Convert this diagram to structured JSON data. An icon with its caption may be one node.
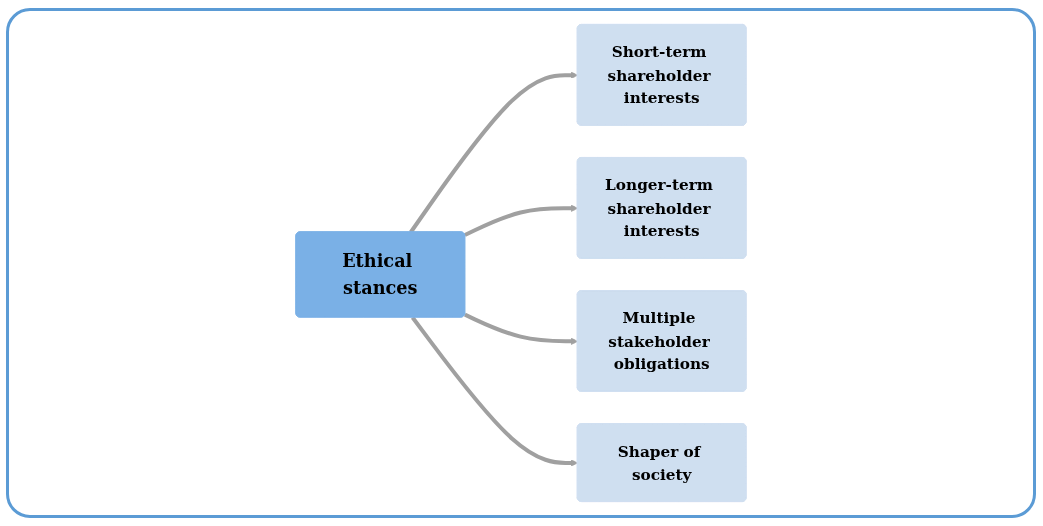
{
  "diagram": {
    "nodes": [
      {
        "text": [
          "Short-term shareholder interests"
        ]
      },
      {
        "text": [
          "Longer-term shareholder interests"
        ]
      },
      {
        "text": [
          "Ethical stances"
        ]
      },
      {
        "text": [
          "Multiple stakeholder obligations"
        ]
      },
      {
        "text": [
          "Shaper of society"
        ]
      }
    ],
    "edges": [
      {
        "from": 2,
        "to": 0,
        "arrow": "to"
      },
      {
        "from": 2,
        "to": 1,
        "arrow": "to"
      },
      {
        "from": 2,
        "to": 3,
        "arrow": "to"
      },
      {
        "from": 2,
        "to": 4,
        "arrow": "to"
      }
    ]
  }
}
